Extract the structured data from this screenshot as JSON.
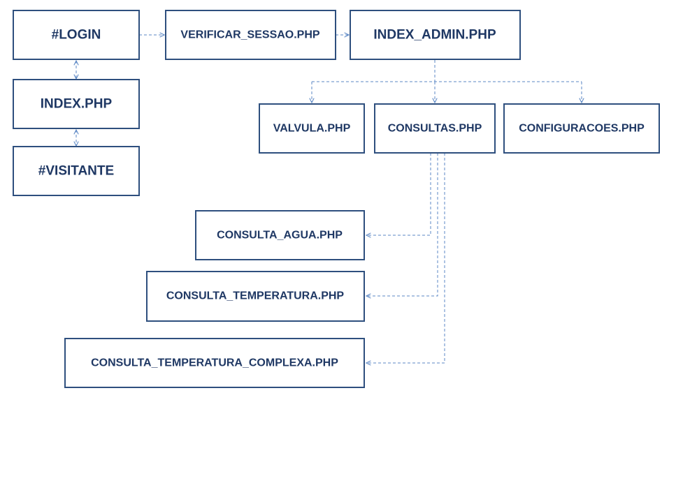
{
  "colors": {
    "node_border": "#2E4F7E",
    "node_text": "#1F3864",
    "edge": "#5B87C4",
    "background": "#FFFFFF"
  },
  "nodes": {
    "login": {
      "label": "#LOGIN"
    },
    "verificar_sessao": {
      "label": "VERIFICAR_SESSAO.PHP"
    },
    "index_admin": {
      "label": "INDEX_ADMIN.PHP"
    },
    "index": {
      "label": "INDEX.PHP"
    },
    "visitante": {
      "label": "#VISITANTE"
    },
    "valvula": {
      "label": "VALVULA.PHP"
    },
    "consultas": {
      "label": "CONSULTAS.PHP"
    },
    "configuracoes": {
      "label": "CONFIGURACOES.PHP"
    },
    "consulta_agua": {
      "label": "CONSULTA_AGUA.PHP"
    },
    "consulta_temperatura": {
      "label": "CONSULTA_TEMPERATURA.PHP"
    },
    "consulta_temperatura_complexa": {
      "label": "CONSULTA_TEMPERATURA_COMPLEXA.PHP"
    }
  },
  "edges": [
    {
      "from": "login",
      "to": "verificar_sessao",
      "style": "dashed-arrow"
    },
    {
      "from": "verificar_sessao",
      "to": "index_admin",
      "style": "dashed-arrow"
    },
    {
      "from": "login",
      "to": "index",
      "style": "dashed-double-arrow"
    },
    {
      "from": "index",
      "to": "visitante",
      "style": "dashed-double-arrow"
    },
    {
      "from": "index_admin",
      "to": "valvula",
      "style": "dashed-arrow"
    },
    {
      "from": "index_admin",
      "to": "consultas",
      "style": "dashed-arrow"
    },
    {
      "from": "index_admin",
      "to": "configuracoes",
      "style": "dashed-arrow"
    },
    {
      "from": "consultas",
      "to": "consulta_agua",
      "style": "dashed-arrow"
    },
    {
      "from": "consultas",
      "to": "consulta_temperatura",
      "style": "dashed-arrow"
    },
    {
      "from": "consultas",
      "to": "consulta_temperatura_complexa",
      "style": "dashed-arrow"
    }
  ]
}
